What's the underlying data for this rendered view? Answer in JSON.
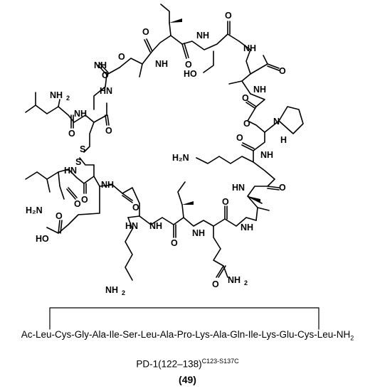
{
  "structure": {
    "atom_labels": {
      "nh2": "NH",
      "h2n_cterm": "H₂N",
      "h2n_lys": "H₂N",
      "ho": "HO",
      "nh2_lys_low": "NH",
      "nh2_gln": "NH",
      "s": "S",
      "n_ring": "N",
      "h_ring": "H",
      "oh": "HO",
      "o": "O",
      "nh": "NH",
      "hn": "HN",
      "n": "N",
      "h": "H",
      "two": "2"
    }
  },
  "sequence": {
    "text": "Ac-Leu-Cys-Gly-Ala-Ile-Ser-Leu-Ala-Pro-Lys-Ala-Gln-Ile-Lys-Glu-Cys-Leu-NH",
    "subscript": "2"
  },
  "peptide_name": {
    "main": "PD-1(122–138)",
    "superscript": "C123-S137C"
  },
  "compound_number": "(49)"
}
